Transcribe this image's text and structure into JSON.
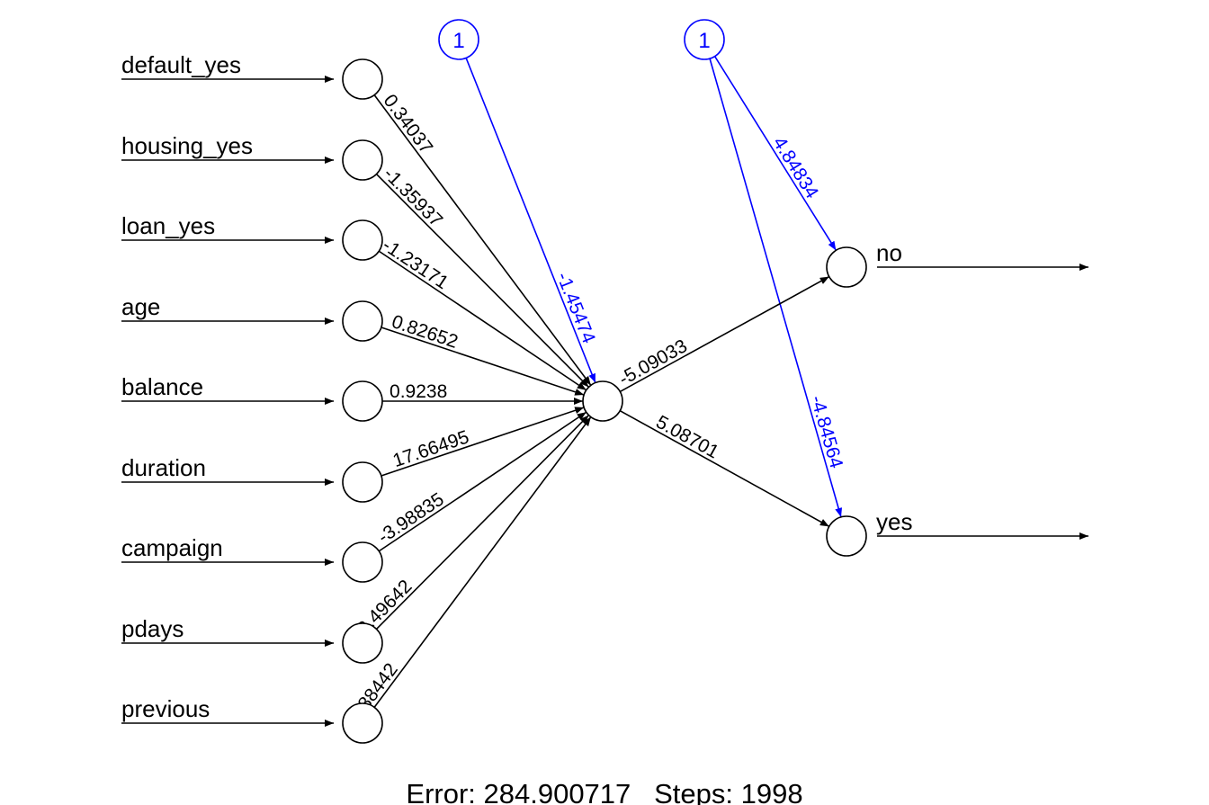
{
  "inputs": [
    {
      "label": "default_yes",
      "weight": "0.34037"
    },
    {
      "label": "housing_yes",
      "weight": "-1.35937"
    },
    {
      "label": "loan_yes",
      "weight": "-1.23171"
    },
    {
      "label": "age",
      "weight": "0.82652"
    },
    {
      "label": "balance",
      "weight": "0.9238"
    },
    {
      "label": "duration",
      "weight": "17.66495"
    },
    {
      "label": "campaign",
      "weight": "-3.98835"
    },
    {
      "label": "pdays",
      "weight": "2.49642"
    },
    {
      "label": "previous",
      "weight": "5.88442"
    }
  ],
  "hidden_bias": {
    "label": "1",
    "weight": "-1.45474"
  },
  "output_bias": {
    "label": "1",
    "weights": [
      "4.84834",
      "-4.84564"
    ]
  },
  "outputs": [
    {
      "label": "no",
      "weight": "-5.09033"
    },
    {
      "label": "yes",
      "weight": "5.08701"
    }
  ],
  "footer": "Error: 284.900717   Steps: 1998",
  "colors": {
    "edge": "#000000",
    "bias": "#0000ff"
  }
}
